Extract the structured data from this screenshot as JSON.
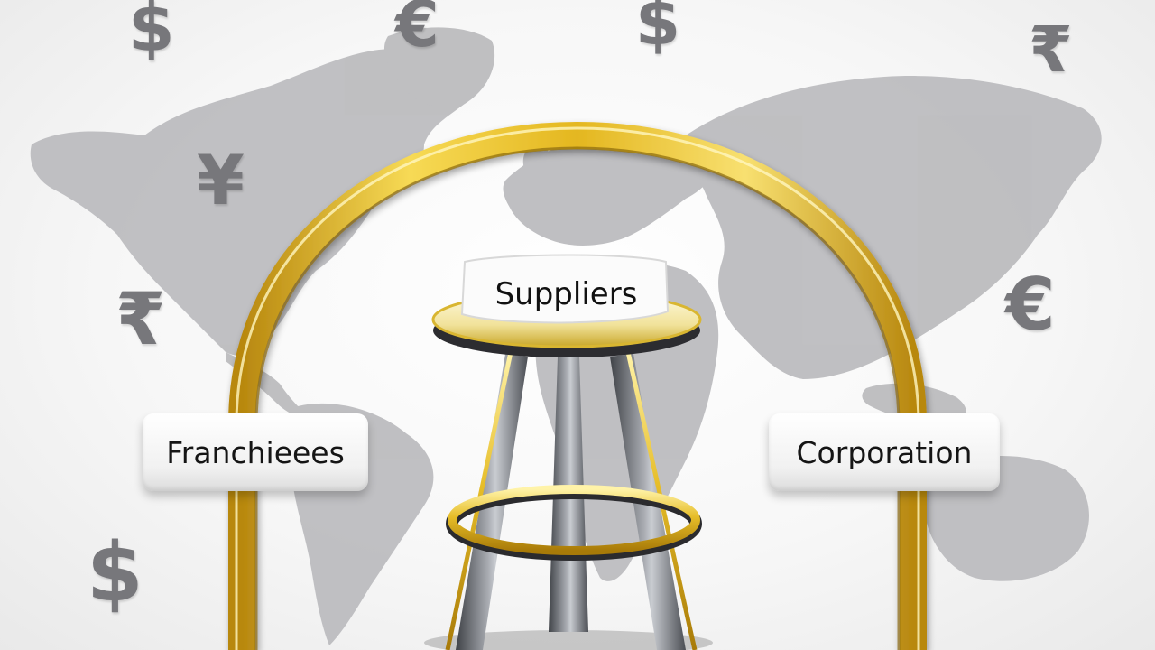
{
  "diagram": {
    "nodes": {
      "left": "Franchieees",
      "center": "Suppliers",
      "right": "Corporation"
    },
    "currency_symbols": [
      {
        "id": "dollar-top-left",
        "glyph": "$"
      },
      {
        "id": "euro-top",
        "glyph": "€"
      },
      {
        "id": "dollar-top-center",
        "glyph": "$"
      },
      {
        "id": "rupee-top-right",
        "glyph": "₹"
      },
      {
        "id": "yen-left",
        "glyph": "¥"
      },
      {
        "id": "rupee-left",
        "glyph": "₹"
      },
      {
        "id": "euro-right",
        "glyph": "€"
      },
      {
        "id": "dollar-bottom-left",
        "glyph": "$"
      }
    ],
    "colors": {
      "gold": "#e7c22e",
      "map_gray": "#b4b4b7",
      "symbol_gray": "#77777b",
      "steel": "#6e7178"
    }
  }
}
